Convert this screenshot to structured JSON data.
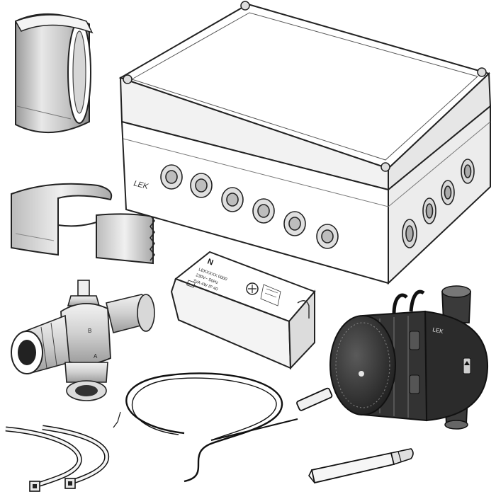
{
  "box": {
    "brand": "LEK"
  },
  "actuator": {
    "mark": "N",
    "model": "LEKXXXX 0000",
    "line2": "230V~ 50Hz",
    "line3": "7VA 4W IP 40"
  },
  "valve": {
    "port_a": "A",
    "port_b": "B"
  },
  "pump": {
    "brand": "LEK"
  }
}
